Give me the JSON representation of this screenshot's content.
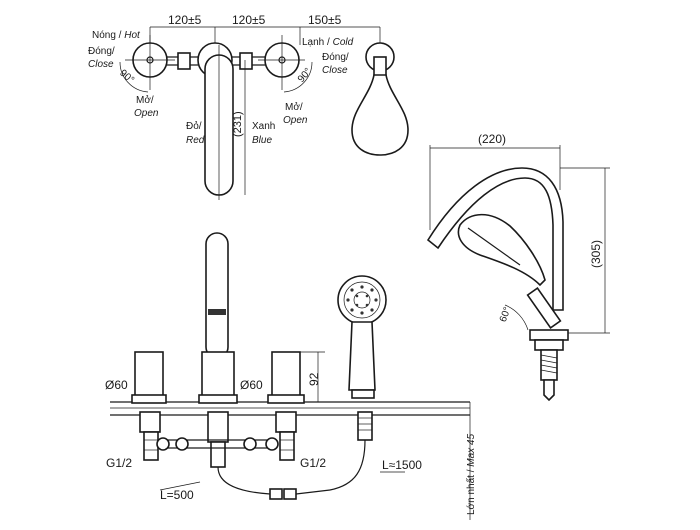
{
  "top_view": {
    "dim_left": "120±5",
    "dim_middle": "120±5",
    "dim_right": "150±5",
    "hot_vi": "Nóng",
    "hot_en": "Hot",
    "close_left_vi": "Đóng/",
    "close_left_en": "Close",
    "angle_left": "90°",
    "open_left_vi": "Mở/",
    "open_left_en": "Open",
    "red_vi": "Đỏ/",
    "red_en": "Red",
    "spout_len": "(231)",
    "blue_vi": "Xanh",
    "blue_en": "Blue",
    "open_right_vi": "Mở/",
    "open_right_en": "Open",
    "angle_right": "90°",
    "cold_vi": "Lạnh",
    "cold_en": "Cold",
    "close_right_vi": "Đóng/",
    "close_right_en": "Close"
  },
  "side_view": {
    "width": "(220)",
    "height": "(305)",
    "angle": "60°"
  },
  "front_view": {
    "dia_left": "Ø60",
    "dia_right": "Ø60",
    "height": "92",
    "thread_left": "G1/2",
    "thread_right": "G1/2",
    "hose_short": "L=500",
    "hose_long": "L≈1500",
    "max_thickness_vi": "Lớn nhất",
    "max_thickness_en": "Max 45"
  },
  "colors": {
    "line": "#1a1a1a",
    "background": "#ffffff"
  }
}
